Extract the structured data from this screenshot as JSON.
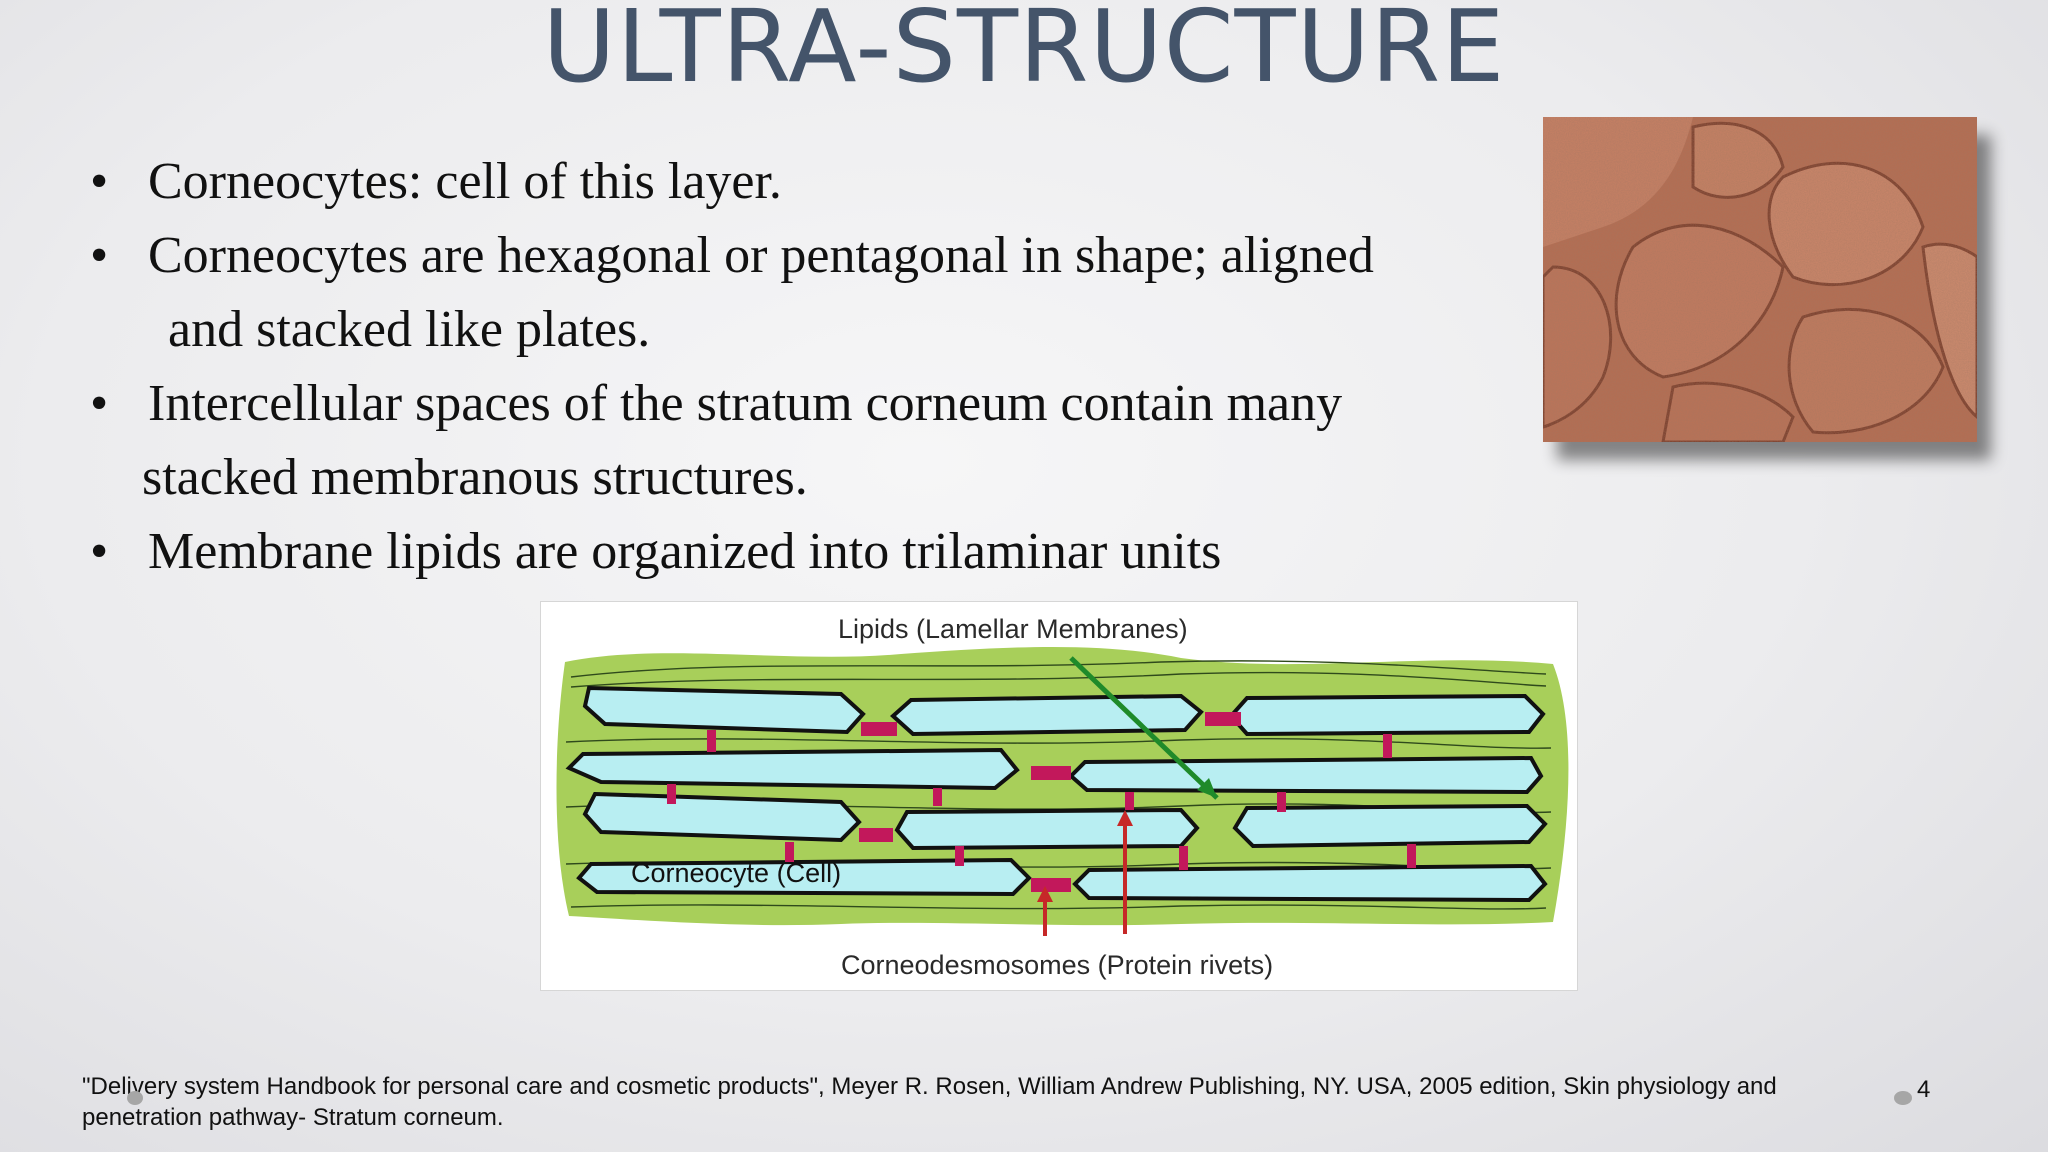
{
  "slide": {
    "title": "ULTRA-STRUCTURE",
    "bullets": [
      {
        "text": "Corneocytes: cell of this layer."
      },
      {
        "line1": "Corneocytes are hexagonal or pentagonal in shape; aligned",
        "line2": "and stacked like plates."
      },
      {
        "line1": "Intercellular spaces of the stratum corneum contain many",
        "line2": "stacked membranous structures."
      },
      {
        "text": "Membrane lipids are organized into trilaminar units"
      }
    ],
    "bullet_symbol": "•",
    "diagram": {
      "label_top": "Lipids (Lamellar Membranes)",
      "label_cell": "Corneocyte (Cell)",
      "label_bottom": "Corneodesmosomes (Protein rivets)",
      "colors": {
        "lipid": "#a8cf5a",
        "cell": "#b8eef2",
        "rivet": "#c2185b",
        "arrow_green": "#1f8a2a",
        "arrow_red": "#c62828"
      }
    },
    "photo_icon": "skin-corneocyte-micrograph",
    "footer": "\"Delivery system Handbook for personal care and cosmetic products\", Meyer R. Rosen, William Andrew Publishing, NY. USA, 2005 edition, Skin physiology and penetration pathway- Stratum corneum.",
    "page_number": "4"
  }
}
